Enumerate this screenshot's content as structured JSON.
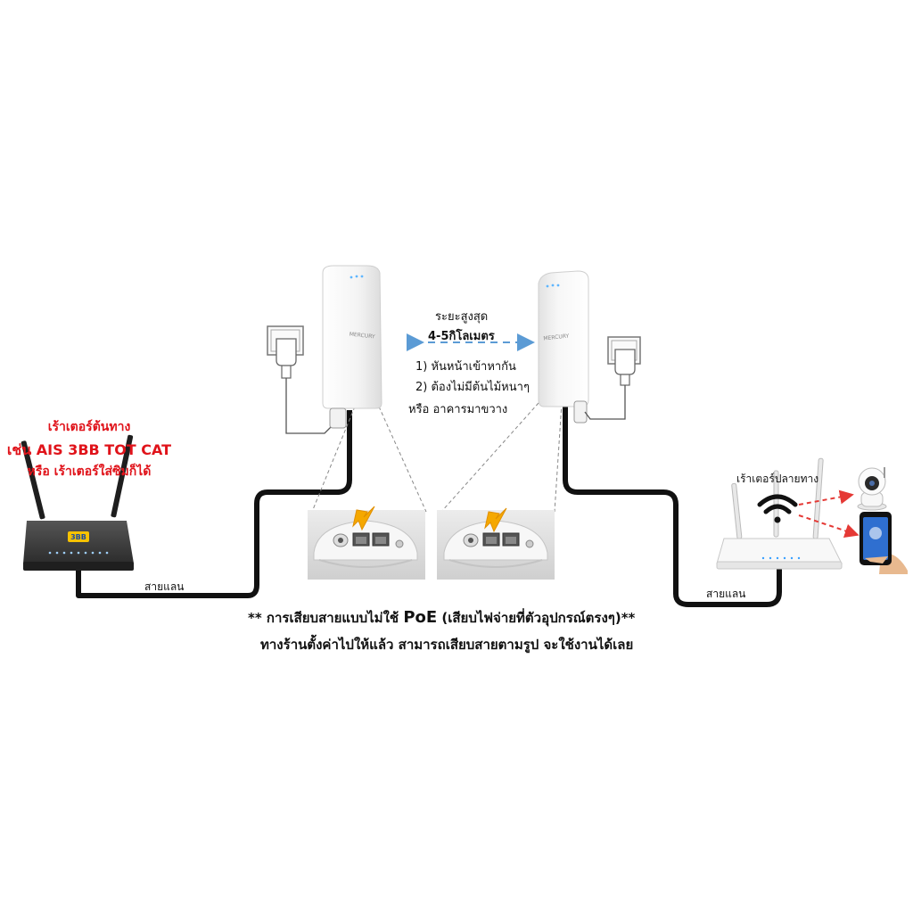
{
  "source_router": {
    "line1": "เร้าเตอร์ต้นทาง",
    "line2": "เช่น AIS 3BB TOT CAT",
    "line3": "หรือ เร้าเตอร์ใส่ซิมก็ได้",
    "badge": "3BB"
  },
  "range": {
    "title": "ระยะสูงสุด",
    "distance": "4-5กิโลเมตร",
    "cond1": "1) หันหน้าเข้าหากัน",
    "cond2": "2) ต้องไม่มีต้นไม้หนาๆ",
    "cond3": "หรือ อาคารมาขวาง"
  },
  "device_brand": "MERCURY",
  "dest_router": {
    "label": "เร้าเตอร์ปลายทาง"
  },
  "cable_left": "สายแลน",
  "cable_right": "สายแลน",
  "footer": {
    "line1_prefix": "** การเสียบสายแบบไม่ใช้",
    "line1_poe": "PoE",
    "line1_suffix": "(เสียบไฟจ่ายที่ตัวอุปกรณ์ตรงๆ)**",
    "line2": "ทางร้านตั้งค่าไปให้แล้ว สามารถเสียบสายตามรูป จะใช้งานได้เลย"
  },
  "colors": {
    "label_red": "#e0131a",
    "cable": "#111111",
    "range_arrow": "#5b9bd5",
    "port_arrow": "#f5a800",
    "signal_arrow": "#e53935",
    "router_dark": "#3c3c3c"
  },
  "icons": [
    "power-adapter-icon",
    "wifi-icon",
    "ip-camera-icon",
    "smartphone-icon",
    "port-arrow-icon"
  ]
}
